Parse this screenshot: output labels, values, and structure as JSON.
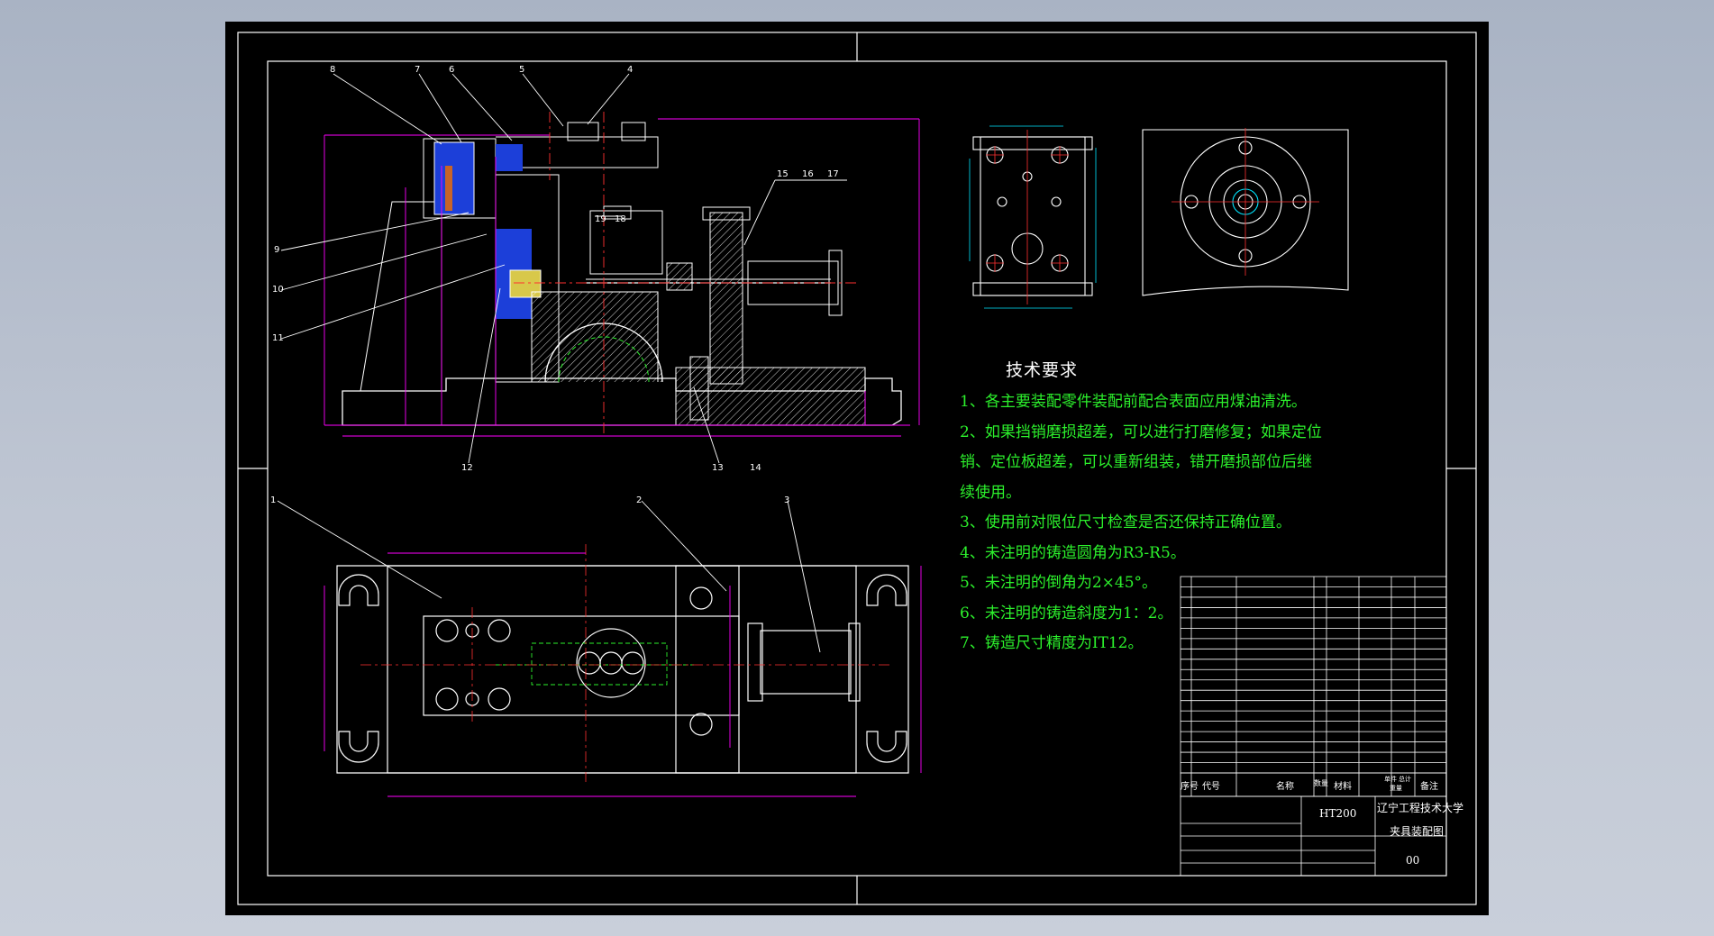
{
  "technical_requirements": {
    "title": "技术要求",
    "items": [
      "1、各主要装配零件装配前配合表面应用煤油清洗。",
      "2、如果挡销磨损超差，可以进行打磨修复；如果定位",
      "销、定位板超差，可以重新组装，错开磨损部位后继",
      "续使用。",
      "3、使用前对限位尺寸检查是否还保持正确位置。",
      "4、未注明的铸造圆角为R3-R5。",
      "5、未注明的倒角为2×45°。",
      "6、未注明的铸造斜度为1：2。",
      "7、铸造尺寸精度为IT12。"
    ]
  },
  "part_callouts": {
    "front_view": [
      "8",
      "7",
      "6",
      "5",
      "4",
      "15",
      "16",
      "17",
      "19",
      "18",
      "9",
      "10",
      "11",
      "12",
      "13",
      "14"
    ],
    "top_view": [
      "1",
      "2",
      "3"
    ]
  },
  "title_block": {
    "school": "辽宁工程技术大学",
    "drawing_title": "夹具装配图",
    "material": "HT200",
    "drawing_number": "00",
    "header_labels": [
      "序号",
      "代号",
      "名称",
      "数量",
      "材料",
      "单件",
      "总计",
      "重量",
      "备注"
    ]
  },
  "colors": {
    "background": "#000000",
    "outline": "#ffffff",
    "dimension": "#ff00ff",
    "centerline": "#ff3030",
    "green": "#2cf02c",
    "cyan": "#00e5ff",
    "yellow": "#ffff00",
    "requirements_text": "#2cf02c"
  }
}
